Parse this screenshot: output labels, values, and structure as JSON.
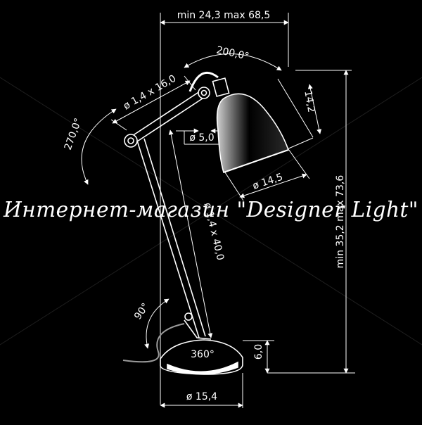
{
  "dims": {
    "top_width": "min 24,3   max 68,5",
    "head_rotation": "200,0°",
    "arm_tube": "ø 1,4 x 16,0",
    "arm_rotation": "270,0°",
    "shade_height": "14,2",
    "socket_diameter": "ø 5,0",
    "shade_diameter": "ø 14,5",
    "stem_tube": "ø 1,4 x 40,0",
    "total_height": "min 35,2   max 73,6",
    "base_tilt": "90°",
    "base_rotation": "360°",
    "base_height": "6,0",
    "base_diameter": "ø 15,4"
  },
  "watermark": "Интернет-магазин \"Designer Light\""
}
